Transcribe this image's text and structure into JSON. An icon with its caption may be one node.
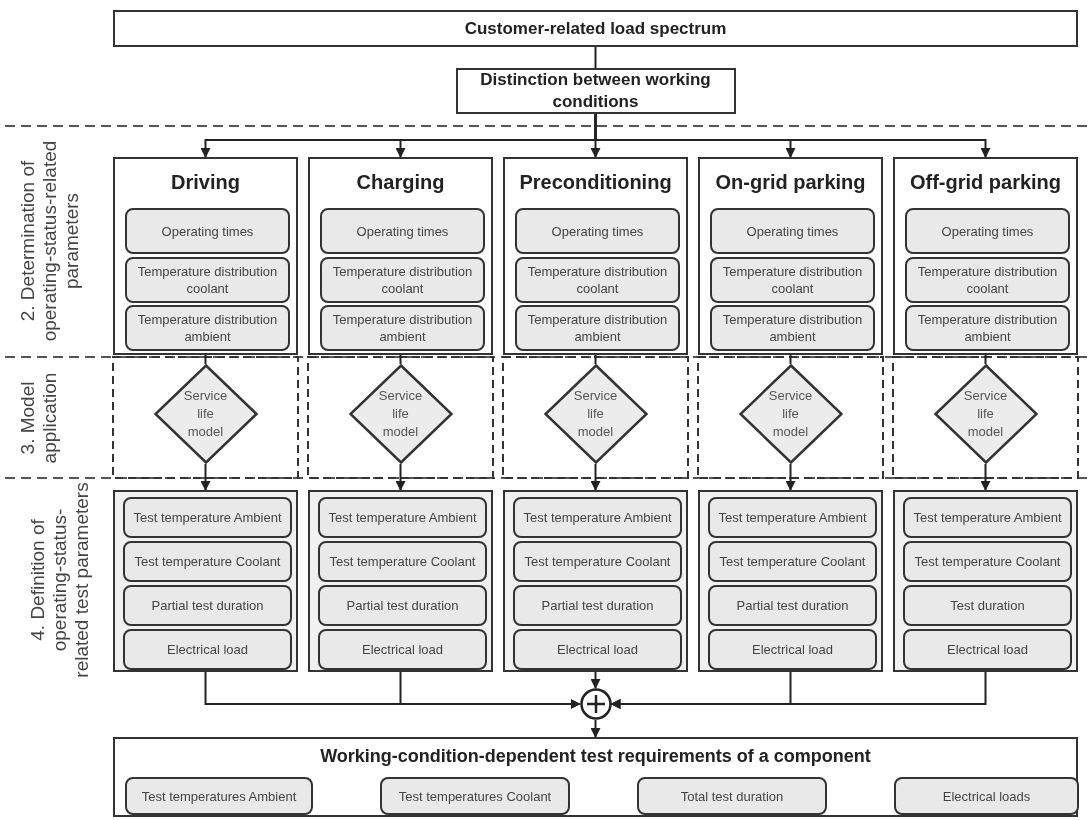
{
  "diagram": {
    "nodes": [
      {
        "text": [
          "Customer-related load spectrum"
        ]
      },
      {
        "text": [
          "Distinction between working conditions"
        ]
      },
      {
        "text": [
          "Driving"
        ]
      },
      {
        "text": [
          "Operating times"
        ],
        "in": 2
      },
      {
        "text": [
          "Temperature distribution coolant"
        ],
        "in": 2
      },
      {
        "text": [
          "Temperature distribution ambient"
        ],
        "in": 2
      },
      {
        "text": [
          "Service life model"
        ]
      },
      {
        "text": [],
        "shape": "box"
      },
      {
        "text": [
          "Test temperature Ambient"
        ],
        "in": 7
      },
      {
        "text": [
          "Test temperature Coolant"
        ],
        "in": 7
      },
      {
        "text": [
          "Partial test duration"
        ],
        "in": 7
      },
      {
        "text": [
          "Electrical load"
        ],
        "in": 7
      },
      {
        "text": [
          "Charging"
        ]
      },
      {
        "text": [
          "Operating times"
        ],
        "in": 12
      },
      {
        "text": [
          "Temperature distribution coolant"
        ],
        "in": 12
      },
      {
        "text": [
          "Temperature distribution ambient"
        ],
        "in": 12
      },
      {
        "text": [
          "Service life model"
        ]
      },
      {
        "text": [],
        "shape": "box"
      },
      {
        "text": [
          "Test temperature Ambient"
        ],
        "in": 17
      },
      {
        "text": [
          "Test temperature Coolant"
        ],
        "in": 17
      },
      {
        "text": [
          "Partial test duration"
        ],
        "in": 17
      },
      {
        "text": [
          "Electrical load"
        ],
        "in": 17
      },
      {
        "text": [
          "Preconditioning"
        ]
      },
      {
        "text": [
          "Operating times"
        ],
        "in": 22
      },
      {
        "text": [
          "Temperature distribution coolant"
        ],
        "in": 22
      },
      {
        "text": [
          "Temperature distribution ambient"
        ],
        "in": 22
      },
      {
        "text": [
          "Service life model"
        ]
      },
      {
        "text": [],
        "shape": "box"
      },
      {
        "text": [
          "Test temperature Ambient"
        ],
        "in": 27
      },
      {
        "text": [
          "Test temperature Coolant"
        ],
        "in": 27
      },
      {
        "text": [
          "Partial test duration"
        ],
        "in": 27
      },
      {
        "text": [
          "Electrical load"
        ],
        "in": 27
      },
      {
        "text": [
          "On-grid parking"
        ]
      },
      {
        "text": [
          "Operating times"
        ],
        "in": 32
      },
      {
        "text": [
          "Temperature distribution coolant"
        ],
        "in": 32
      },
      {
        "text": [
          "Temperature distribution ambient"
        ],
        "in": 32
      },
      {
        "text": [
          "Service life model"
        ]
      },
      {
        "text": [],
        "shape": "box"
      },
      {
        "text": [
          "Test temperature Ambient"
        ],
        "in": 37
      },
      {
        "text": [
          "Test temperature Coolant"
        ],
        "in": 37
      },
      {
        "text": [
          "Partial test duration"
        ],
        "in": 37
      },
      {
        "text": [
          "Electrical load"
        ],
        "in": 37
      },
      {
        "text": [
          "Off-grid parking"
        ]
      },
      {
        "text": [
          "Operating times"
        ],
        "in": 42
      },
      {
        "text": [
          "Temperature distribution coolant"
        ],
        "in": 42
      },
      {
        "text": [
          "Temperature distribution ambient"
        ],
        "in": 42
      },
      {
        "text": [
          "Service life model"
        ]
      },
      {
        "text": [],
        "shape": "box"
      },
      {
        "text": [
          "Test temperature Ambient"
        ],
        "in": 47
      },
      {
        "text": [
          "Test temperature Coolant"
        ],
        "in": 47
      },
      {
        "text": [
          "Test duration"
        ],
        "in": 47
      },
      {
        "text": [
          "Electrical load"
        ],
        "in": 47
      },
      {
        "text": [],
        "shape": "circle"
      },
      {
        "text": [
          "Working-condition-dependent test requirements of a component"
        ]
      },
      {
        "text": [
          "Test temperatures Ambient"
        ],
        "in": 53
      },
      {
        "text": [
          "Test temperatures Coolant"
        ],
        "in": 53
      },
      {
        "text": [
          "Total test duration"
        ],
        "in": 53
      },
      {
        "text": [
          "Electrical loads"
        ],
        "in": 53
      }
    ],
    "edges": [
      {
        "from": 0,
        "to": 1,
        "arrow": "none"
      },
      {
        "from": 1,
        "to": 2,
        "arrow": "to"
      },
      {
        "from": 1,
        "to": 12,
        "arrow": "to"
      },
      {
        "from": 1,
        "to": 22,
        "arrow": "to"
      },
      {
        "from": 1,
        "to": 32,
        "arrow": "to"
      },
      {
        "from": 1,
        "to": 42,
        "arrow": "to"
      },
      {
        "from": 2,
        "to": 6,
        "arrow": "none"
      },
      {
        "from": 12,
        "to": 16,
        "arrow": "none"
      },
      {
        "from": 22,
        "to": 26,
        "arrow": "none"
      },
      {
        "from": 32,
        "to": 36,
        "arrow": "none"
      },
      {
        "from": 42,
        "to": 46,
        "arrow": "none"
      },
      {
        "from": 6,
        "to": 7,
        "arrow": "to"
      },
      {
        "from": 16,
        "to": 17,
        "arrow": "to"
      },
      {
        "from": 26,
        "to": 27,
        "arrow": "to"
      },
      {
        "from": 36,
        "to": 37,
        "arrow": "to"
      },
      {
        "from": 46,
        "to": 47,
        "arrow": "to"
      },
      {
        "from": 7,
        "to": 52,
        "arrow": "to"
      },
      {
        "from": 17,
        "to": 52,
        "arrow": "to"
      },
      {
        "from": 27,
        "to": 52,
        "arrow": "to"
      },
      {
        "from": 37,
        "to": 52,
        "arrow": "to"
      },
      {
        "from": 47,
        "to": 52,
        "arrow": "to"
      },
      {
        "from": 52,
        "to": 53,
        "arrow": "to"
      }
    ],
    "labels": [
      "2. Determination of operating-status-related parameters",
      "3. Model application",
      "4. Definition of operating-status-related test parameters"
    ]
  }
}
